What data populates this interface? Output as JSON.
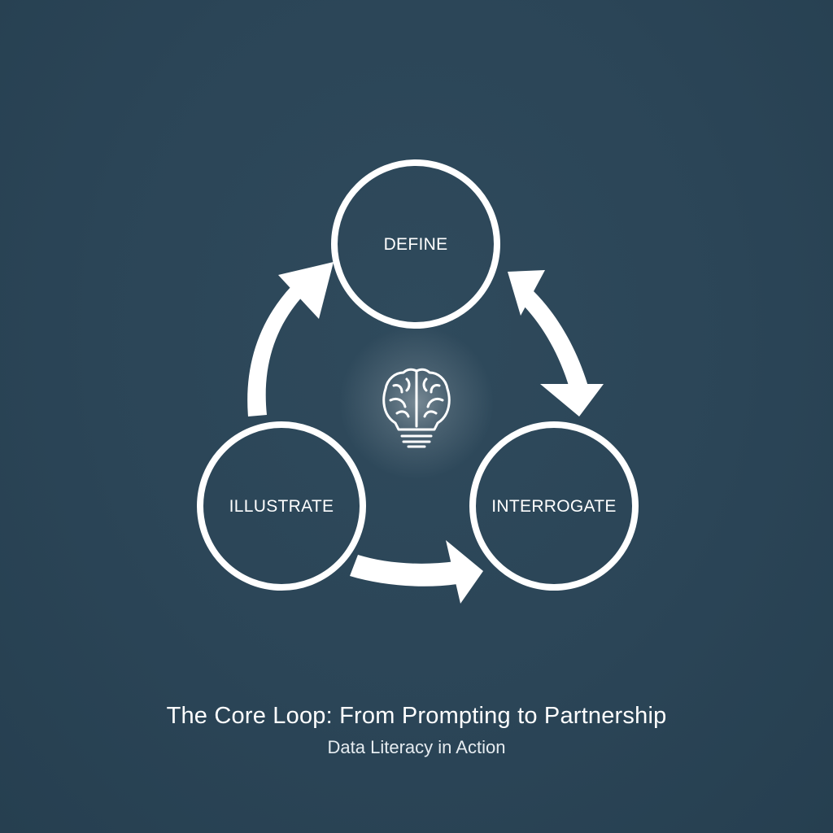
{
  "diagram": {
    "nodes": [
      {
        "id": "define",
        "label": "DEFINE"
      },
      {
        "id": "interrogate",
        "label": "INTERROGATE"
      },
      {
        "id": "illustrate",
        "label": "ILLUSTRATE"
      }
    ],
    "edges": [
      {
        "from": "define",
        "to": "interrogate"
      },
      {
        "from": "interrogate",
        "to": "define"
      },
      {
        "from": "illustrate",
        "to": "interrogate"
      },
      {
        "from": "illustrate",
        "to": "define"
      }
    ],
    "center_icon": "brain-lightbulb-icon",
    "colors": {
      "background": "#2b4557",
      "stroke": "#ffffff",
      "text": "#ffffff"
    }
  },
  "caption": {
    "title": "The Core Loop: From Prompting to Partnership",
    "subtitle": "Data Literacy in Action"
  }
}
